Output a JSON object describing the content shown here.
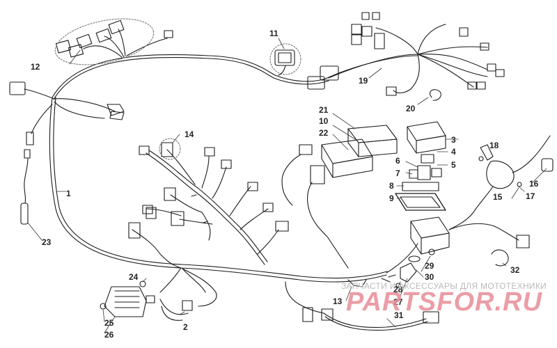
{
  "diagram": {
    "callouts": {
      "c1": "1",
      "c2": "2",
      "c3": "3",
      "c4": "4",
      "c5": "5",
      "c6": "6",
      "c7": "7",
      "c8": "8",
      "c9": "9",
      "c10": "10",
      "c11": "11",
      "c12": "12",
      "c13": "13",
      "c14": "14",
      "c15": "15",
      "c16": "16",
      "c17": "17",
      "c18": "18",
      "c19": "19",
      "c20": "20",
      "c21": "21",
      "c22": "22",
      "c23": "23",
      "c24": "24",
      "c25": "25",
      "c26": "26",
      "c27": "27",
      "c28": "28",
      "c29": "29",
      "c30": "30",
      "c31": "31",
      "c32": "32"
    }
  },
  "watermark": {
    "tagline": "ЗАПЧАСТИ И АКСЕССУАРЫ ДЛЯ МОТОТЕХНИКИ",
    "logo": "PARTSFOR.RU"
  },
  "colors": {
    "line": "#1a1a1a",
    "watermark_logo": "#e88d97",
    "watermark_text": "#b9b9b9"
  }
}
